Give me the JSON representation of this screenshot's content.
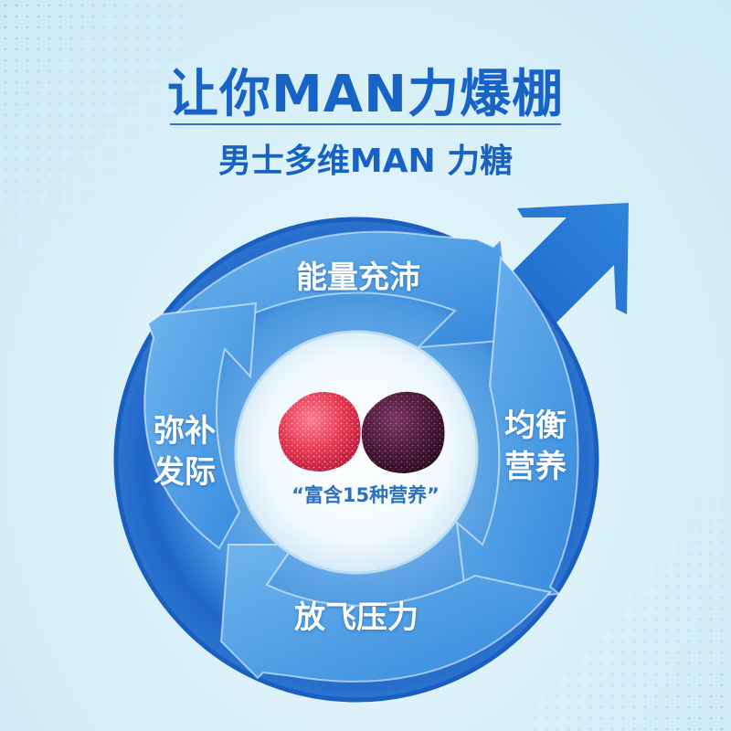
{
  "headline": "让你MAN力爆棚",
  "subline": "男士多维MAN 力糖",
  "segments": {
    "top": "能量充沛",
    "right_line1": "均衡",
    "right_line2": "营养",
    "bottom": "放飞压力",
    "left_line1": "弥补",
    "left_line2": "发际"
  },
  "center_caption": "“富含15种营养”",
  "colors": {
    "brand_blue": "#1763c6",
    "ring_blue": "#2b78d4",
    "gummy_red": "#e2344f",
    "gummy_purple": "#4a1838"
  },
  "icons": [
    "male-symbol-arrow-icon",
    "cycle-arrows-icon"
  ]
}
